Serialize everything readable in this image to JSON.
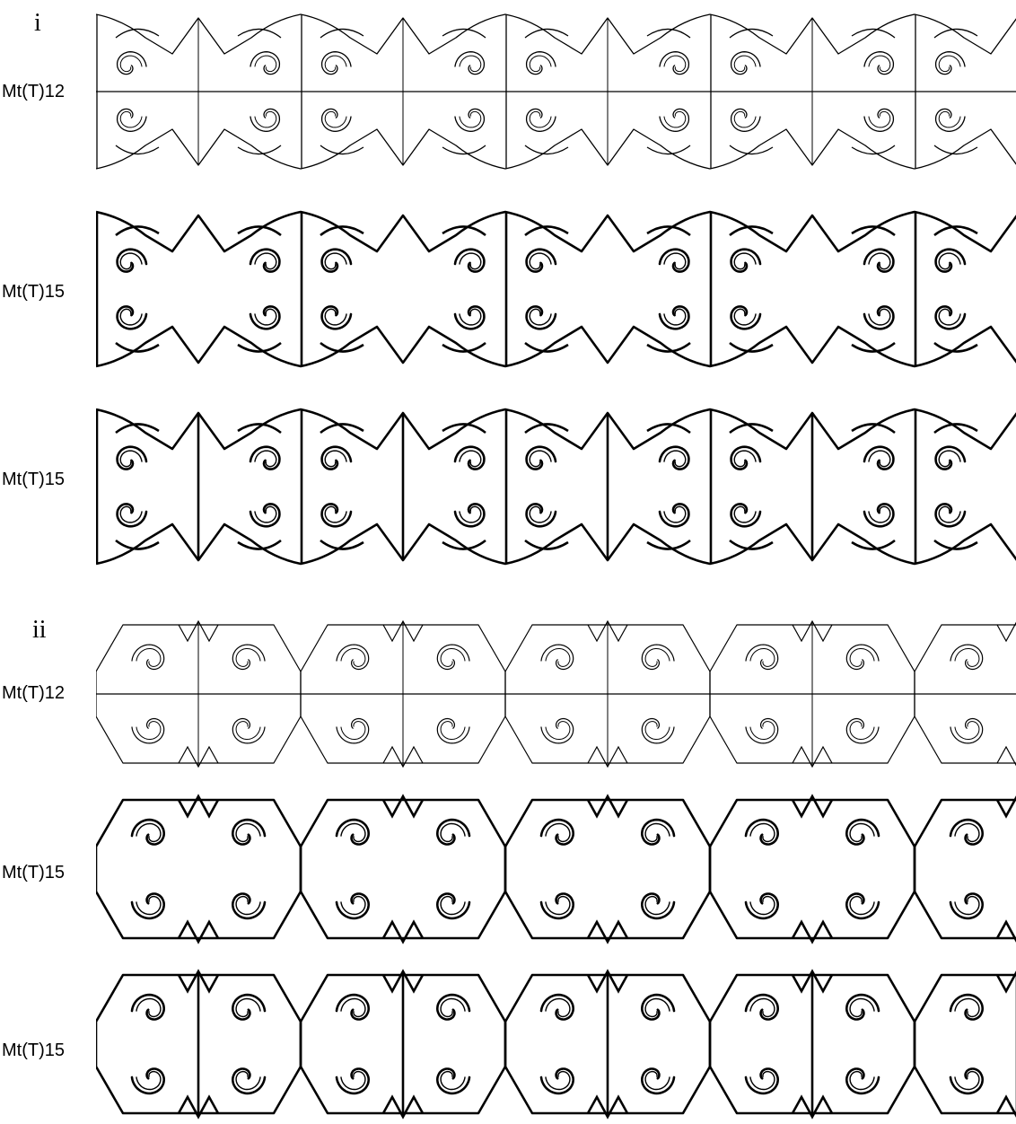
{
  "sections": [
    {
      "label": "i",
      "rows": [
        {
          "label": "Mt(T)12",
          "motif": "arrow-scroll",
          "variant": "split",
          "stroke_weight": "thin"
        },
        {
          "label": "Mt(T)15",
          "motif": "arrow-scroll",
          "variant": "open",
          "stroke_weight": "bold"
        },
        {
          "label": "Mt(T)15",
          "motif": "arrow-scroll",
          "variant": "closed",
          "stroke_weight": "bold"
        }
      ]
    },
    {
      "label": "ii",
      "rows": [
        {
          "label": "Mt(T)12",
          "motif": "spiral-octagon",
          "variant": "split",
          "stroke_weight": "thin"
        },
        {
          "label": "Mt(T)15",
          "motif": "spiral-octagon",
          "variant": "open",
          "stroke_weight": "bold"
        },
        {
          "label": "Mt(T)15",
          "motif": "spiral-octagon",
          "variant": "closed",
          "stroke_weight": "bold"
        }
      ]
    }
  ],
  "colors": {
    "ink": "#000000",
    "paper": "#ffffff"
  }
}
